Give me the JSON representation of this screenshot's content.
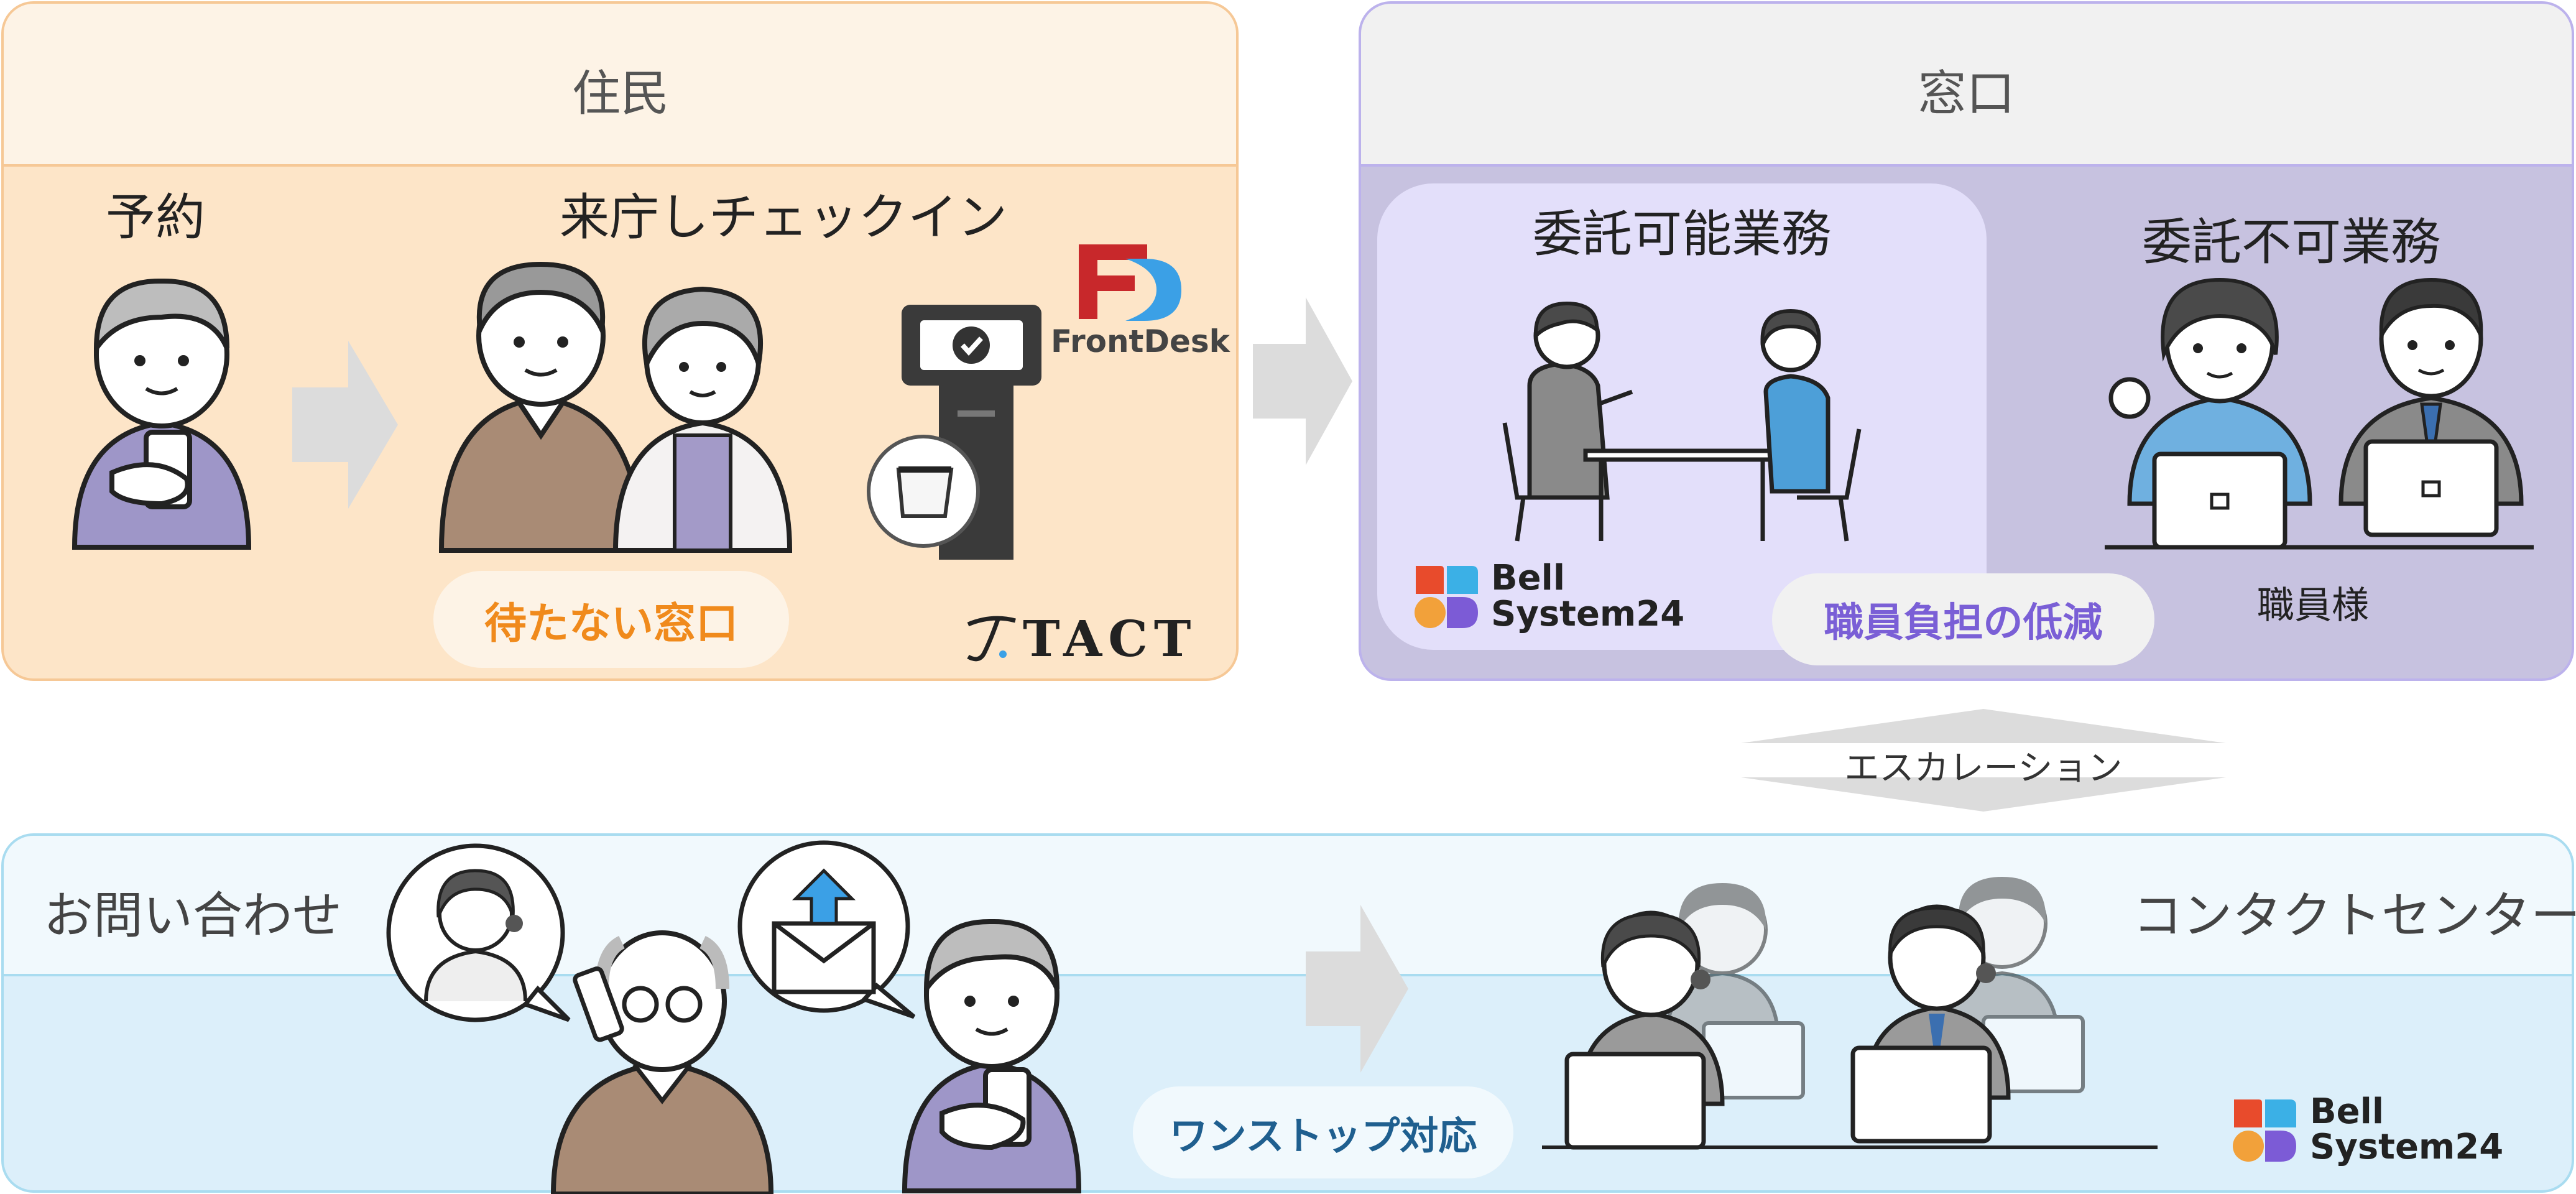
{
  "residents": {
    "header": "住民",
    "reservation_label": "予約",
    "checkin_label": "来庁しチェックイン",
    "badge": "待たない窓口",
    "frontdesk_logo_text": "FrontDesk",
    "tact_logo_text": "TACT"
  },
  "counter": {
    "header": "窓口",
    "delegable_label": "委託可能業務",
    "nondelegable_label": "委託不可業務",
    "staff_label": "職員様",
    "badge": "職員負担の低減",
    "bell_logo_line1": "Bell",
    "bell_logo_line2": "System24"
  },
  "escalation": {
    "label": "エスカレーション"
  },
  "inquiry": {
    "label": "お問い合わせ",
    "contact_center_label": "コンタクトセンター",
    "badge": "ワンストップ対応",
    "bell_logo_line1": "Bell",
    "bell_logo_line2": "System24"
  },
  "colors": {
    "resident_bg": "#fde5c8",
    "resident_header_bg": "#fdf3e6",
    "resident_border": "#f6c896",
    "resident_badge_text": "#f08a1c",
    "counter_bg": "#c7c2e0",
    "counter_header_bg": "#f1f1f1",
    "counter_inner_bg": "#e3dffa",
    "counter_border": "#bcb2ec",
    "counter_badge_text": "#7a5fd6",
    "inquiry_bg": "#dceffa",
    "inquiry_header_bg": "#f1f9fd",
    "inquiry_border": "#a9dcf0",
    "inquiry_badge_text": "#1f5f8f",
    "arrow": "#dcdcdc"
  }
}
